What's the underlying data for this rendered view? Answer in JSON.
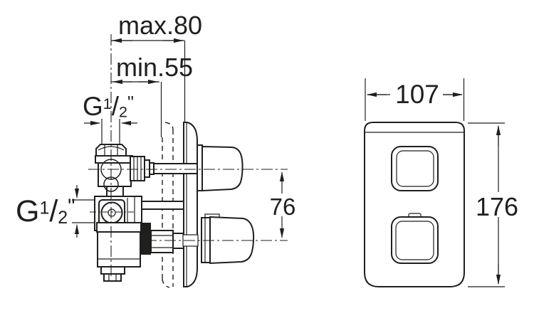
{
  "colors": {
    "line": "#1f1f1e",
    "background": "#ffffff"
  },
  "side_view": {
    "max_depth": "max.80",
    "min_depth": "min.55",
    "handle_spacing": "76",
    "thread": {
      "prefix": "G",
      "numerator": "1",
      "slash": "/",
      "denominator": "2",
      "unit": "\""
    }
  },
  "front_view": {
    "width": "107",
    "height": "176"
  }
}
